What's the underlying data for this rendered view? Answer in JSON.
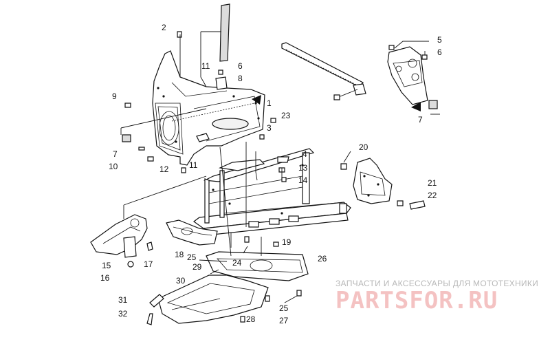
{
  "callouts": [
    {
      "id": "c1",
      "num": "1"
    },
    {
      "id": "c2",
      "num": "2"
    },
    {
      "id": "c3",
      "num": "3"
    },
    {
      "id": "c4",
      "num": "4"
    },
    {
      "id": "c5",
      "num": "5"
    },
    {
      "id": "c6a",
      "num": "6"
    },
    {
      "id": "c6b",
      "num": "6"
    },
    {
      "id": "c7a",
      "num": "7"
    },
    {
      "id": "c7b",
      "num": "7"
    },
    {
      "id": "c8",
      "num": "8"
    },
    {
      "id": "c9",
      "num": "9"
    },
    {
      "id": "c10",
      "num": "10"
    },
    {
      "id": "c11a",
      "num": "11"
    },
    {
      "id": "c11b",
      "num": "11"
    },
    {
      "id": "c12",
      "num": "12"
    },
    {
      "id": "c13",
      "num": "13"
    },
    {
      "id": "c14",
      "num": "14"
    },
    {
      "id": "c15",
      "num": "15"
    },
    {
      "id": "c16",
      "num": "16"
    },
    {
      "id": "c17",
      "num": "17"
    },
    {
      "id": "c18",
      "num": "18"
    },
    {
      "id": "c19",
      "num": "19"
    },
    {
      "id": "c20",
      "num": "20"
    },
    {
      "id": "c21",
      "num": "21"
    },
    {
      "id": "c22",
      "num": "22"
    },
    {
      "id": "c23",
      "num": "23"
    },
    {
      "id": "c24",
      "num": "24"
    },
    {
      "id": "c25a",
      "num": "25"
    },
    {
      "id": "c25b",
      "num": "25"
    },
    {
      "id": "c26",
      "num": "26"
    },
    {
      "id": "c27",
      "num": "27"
    },
    {
      "id": "c28",
      "num": "28"
    },
    {
      "id": "c29",
      "num": "29"
    },
    {
      "id": "c30",
      "num": "30"
    },
    {
      "id": "c31",
      "num": "31"
    },
    {
      "id": "c32",
      "num": "32"
    }
  ],
  "watermark": {
    "tagline": "ЗАПЧАСТИ И АКСЕССУАРЫ ДЛЯ МОТОТЕХНИКИ",
    "logo": "PARTSFOR.RU"
  },
  "colors": {
    "line": "#111111",
    "watermark_gray": "#b8b8b8",
    "watermark_pink": "#f4c2c2"
  }
}
